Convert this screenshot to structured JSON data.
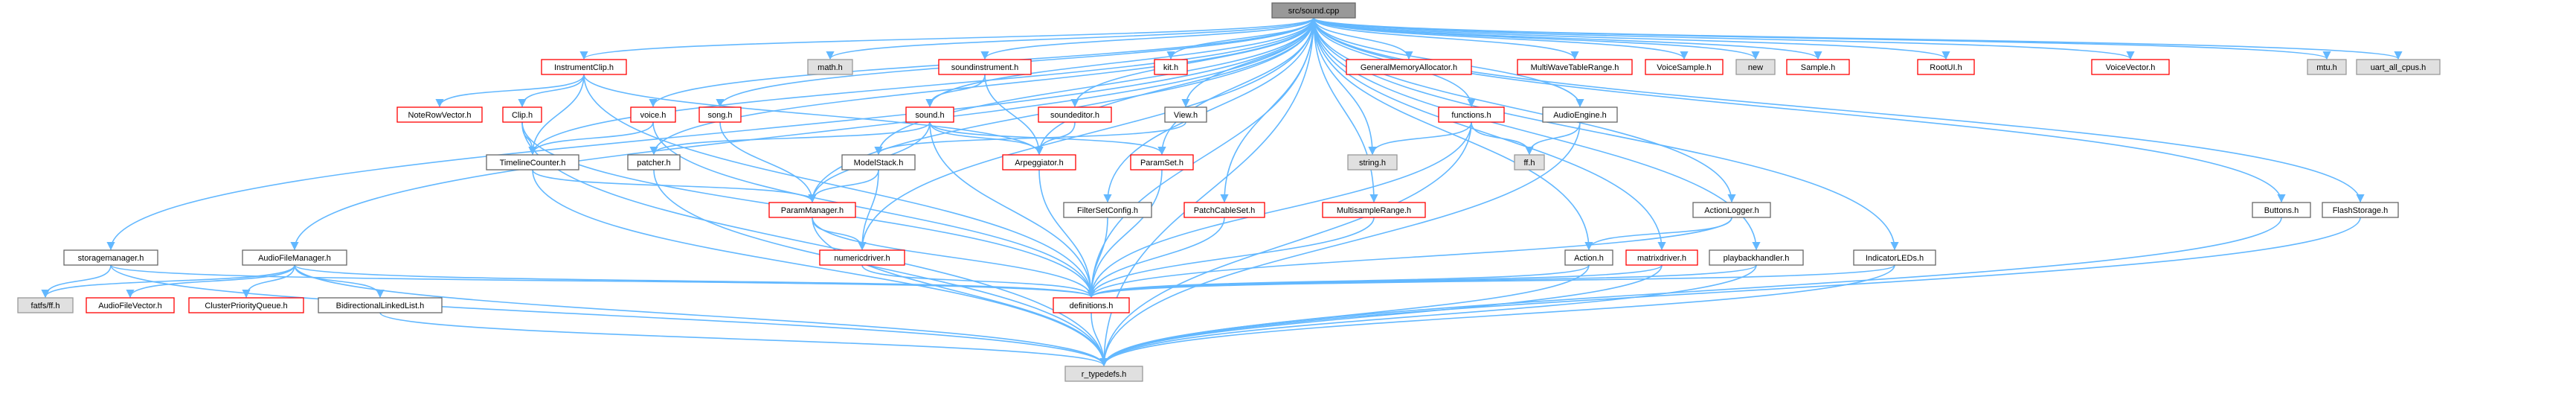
{
  "diagram": {
    "title": "src/sound.cpp",
    "colors": {
      "edge": "#63b8ff",
      "root_fill": "#999999",
      "normal_border": "#666666",
      "truncated_border": "#ff0000",
      "missing_fill": "#e0e0e0",
      "missing_border": "#999999",
      "default_fill": "#ffffff"
    },
    "nodes": [
      {
        "id": "root",
        "label": "src/sound.cpp",
        "style": "root"
      },
      {
        "id": "instrumentclip",
        "label": "InstrumentClip.h",
        "style": "truncated"
      },
      {
        "id": "math",
        "label": "math.h",
        "style": "missing"
      },
      {
        "id": "soundinstrument",
        "label": "soundinstrument.h",
        "style": "truncated"
      },
      {
        "id": "kit",
        "label": "kit.h",
        "style": "truncated"
      },
      {
        "id": "gma",
        "label": "GeneralMemoryAllocator.h",
        "style": "truncated"
      },
      {
        "id": "mwtr",
        "label": "MultiWaveTableRange.h",
        "style": "truncated"
      },
      {
        "id": "voicesample",
        "label": "VoiceSample.h",
        "style": "truncated"
      },
      {
        "id": "new",
        "label": "new",
        "style": "missing"
      },
      {
        "id": "sample",
        "label": "Sample.h",
        "style": "truncated"
      },
      {
        "id": "rootui",
        "label": "RootUI.h",
        "style": "truncated"
      },
      {
        "id": "voicevector",
        "label": "VoiceVector.h",
        "style": "truncated"
      },
      {
        "id": "mtu",
        "label": "mtu.h",
        "style": "missing"
      },
      {
        "id": "uart",
        "label": "uart_all_cpus.h",
        "style": "missing"
      },
      {
        "id": "noterowvector",
        "label": "NoteRowVector.h",
        "style": "truncated"
      },
      {
        "id": "clip",
        "label": "Clip.h",
        "style": "truncated"
      },
      {
        "id": "voice",
        "label": "voice.h",
        "style": "truncated"
      },
      {
        "id": "song",
        "label": "song.h",
        "style": "truncated"
      },
      {
        "id": "sound",
        "label": "sound.h",
        "style": "truncated"
      },
      {
        "id": "soundeditor",
        "label": "soundeditor.h",
        "style": "truncated"
      },
      {
        "id": "view",
        "label": "View.h",
        "style": "normal"
      },
      {
        "id": "functions",
        "label": "functions.h",
        "style": "truncated"
      },
      {
        "id": "audioengine",
        "label": "AudioEngine.h",
        "style": "normal"
      },
      {
        "id": "timelinecounter",
        "label": "TimelineCounter.h",
        "style": "normal"
      },
      {
        "id": "patcher",
        "label": "patcher.h",
        "style": "normal"
      },
      {
        "id": "modelstack",
        "label": "ModelStack.h",
        "style": "normal"
      },
      {
        "id": "arpeggiator",
        "label": "Arpeggiator.h",
        "style": "truncated"
      },
      {
        "id": "paramset",
        "label": "ParamSet.h",
        "style": "truncated"
      },
      {
        "id": "string",
        "label": "string.h",
        "style": "missing"
      },
      {
        "id": "ff",
        "label": "ff.h",
        "style": "missing"
      },
      {
        "id": "parammanager",
        "label": "ParamManager.h",
        "style": "truncated"
      },
      {
        "id": "filtersetconfig",
        "label": "FilterSetConfig.h",
        "style": "normal"
      },
      {
        "id": "patchcableset",
        "label": "PatchCableSet.h",
        "style": "truncated"
      },
      {
        "id": "multisamplerange",
        "label": "MultisampleRange.h",
        "style": "truncated"
      },
      {
        "id": "actionlogger",
        "label": "ActionLogger.h",
        "style": "normal"
      },
      {
        "id": "buttons",
        "label": "Buttons.h",
        "style": "normal"
      },
      {
        "id": "flashstorage",
        "label": "FlashStorage.h",
        "style": "normal"
      },
      {
        "id": "numericdriver",
        "label": "numericdriver.h",
        "style": "truncated"
      },
      {
        "id": "storagemanager",
        "label": "storagemanager.h",
        "style": "normal"
      },
      {
        "id": "audiofilemanager",
        "label": "AudioFileManager.h",
        "style": "normal"
      },
      {
        "id": "action",
        "label": "Action.h",
        "style": "normal"
      },
      {
        "id": "matrixdriver",
        "label": "matrixdriver.h",
        "style": "truncated"
      },
      {
        "id": "playbackhandler",
        "label": "playbackhandler.h",
        "style": "normal"
      },
      {
        "id": "indicatorleds",
        "label": "IndicatorLEDs.h",
        "style": "normal"
      },
      {
        "id": "fatfs",
        "label": "fatfs/ff.h",
        "style": "missing"
      },
      {
        "id": "audiofilevector",
        "label": "AudioFileVector.h",
        "style": "truncated"
      },
      {
        "id": "clusterpq",
        "label": "ClusterPriorityQueue.h",
        "style": "truncated"
      },
      {
        "id": "bdll",
        "label": "BidirectionalLinkedList.h",
        "style": "normal"
      },
      {
        "id": "definitions",
        "label": "definitions.h",
        "style": "truncated"
      },
      {
        "id": "rtypedefs",
        "label": "r_typedefs.h",
        "style": "missing"
      }
    ],
    "edges": [
      [
        "root",
        "instrumentclip"
      ],
      [
        "root",
        "math"
      ],
      [
        "root",
        "soundinstrument"
      ],
      [
        "root",
        "kit"
      ],
      [
        "root",
        "gma"
      ],
      [
        "root",
        "mwtr"
      ],
      [
        "root",
        "voicesample"
      ],
      [
        "root",
        "new"
      ],
      [
        "root",
        "sample"
      ],
      [
        "root",
        "rootui"
      ],
      [
        "root",
        "voicevector"
      ],
      [
        "root",
        "mtu"
      ],
      [
        "root",
        "uart"
      ],
      [
        "root",
        "voice"
      ],
      [
        "root",
        "song"
      ],
      [
        "root",
        "sound"
      ],
      [
        "root",
        "soundeditor"
      ],
      [
        "root",
        "view"
      ],
      [
        "root",
        "functions"
      ],
      [
        "root",
        "audioengine"
      ],
      [
        "root",
        "timelinecounter"
      ],
      [
        "root",
        "patcher"
      ],
      [
        "root",
        "modelstack"
      ],
      [
        "root",
        "paramset"
      ],
      [
        "root",
        "string"
      ],
      [
        "root",
        "parammanager"
      ],
      [
        "root",
        "filtersetconfig"
      ],
      [
        "root",
        "patchcableset"
      ],
      [
        "root",
        "multisamplerange"
      ],
      [
        "root",
        "actionlogger"
      ],
      [
        "root",
        "buttons"
      ],
      [
        "root",
        "flashstorage"
      ],
      [
        "root",
        "numericdriver"
      ],
      [
        "root",
        "storagemanager"
      ],
      [
        "root",
        "audiofilemanager"
      ],
      [
        "root",
        "action"
      ],
      [
        "root",
        "matrixdriver"
      ],
      [
        "root",
        "playbackhandler"
      ],
      [
        "root",
        "indicatorleds"
      ],
      [
        "root",
        "definitions"
      ],
      [
        "root",
        "rtypedefs"
      ],
      [
        "root",
        "arpeggiator"
      ],
      [
        "instrumentclip",
        "noterowvector"
      ],
      [
        "instrumentclip",
        "clip"
      ],
      [
        "instrumentclip",
        "timelinecounter"
      ],
      [
        "instrumentclip",
        "definitions"
      ],
      [
        "instrumentclip",
        "arpeggiator"
      ],
      [
        "clip",
        "timelinecounter"
      ],
      [
        "clip",
        "definitions"
      ],
      [
        "clip",
        "rtypedefs"
      ],
      [
        "voice",
        "timelinecounter"
      ],
      [
        "voice",
        "definitions"
      ],
      [
        "song",
        "parammanager"
      ],
      [
        "soundinstrument",
        "sound"
      ],
      [
        "soundinstrument",
        "arpeggiator"
      ],
      [
        "soundeditor",
        "arpeggiator"
      ],
      [
        "sound",
        "patcher"
      ],
      [
        "sound",
        "arpeggiator"
      ],
      [
        "sound",
        "paramset"
      ],
      [
        "sound",
        "parammanager"
      ],
      [
        "sound",
        "definitions"
      ],
      [
        "view",
        "modelstack"
      ],
      [
        "functions",
        "string"
      ],
      [
        "functions",
        "ff"
      ],
      [
        "functions",
        "definitions"
      ],
      [
        "functions",
        "rtypedefs"
      ],
      [
        "audioengine",
        "ff"
      ],
      [
        "audioengine",
        "rtypedefs"
      ],
      [
        "timelinecounter",
        "parammanager"
      ],
      [
        "timelinecounter",
        "rtypedefs"
      ],
      [
        "patcher",
        "rtypedefs"
      ],
      [
        "modelstack",
        "parammanager"
      ],
      [
        "modelstack",
        "numericdriver"
      ],
      [
        "arpeggiator",
        "definitions"
      ],
      [
        "paramset",
        "definitions"
      ],
      [
        "parammanager",
        "numericdriver"
      ],
      [
        "parammanager",
        "definitions"
      ],
      [
        "parammanager",
        "rtypedefs"
      ],
      [
        "filtersetconfig",
        "definitions"
      ],
      [
        "patchcableset",
        "definitions"
      ],
      [
        "multisamplerange",
        "definitions"
      ],
      [
        "actionlogger",
        "definitions"
      ],
      [
        "actionlogger",
        "action"
      ],
      [
        "buttons",
        "rtypedefs"
      ],
      [
        "flashstorage",
        "rtypedefs"
      ],
      [
        "numericdriver",
        "definitions"
      ],
      [
        "storagemanager",
        "fatfs"
      ],
      [
        "storagemanager",
        "definitions"
      ],
      [
        "storagemanager",
        "rtypedefs"
      ],
      [
        "audiofilemanager",
        "fatfs"
      ],
      [
        "audiofilemanager",
        "audiofilevector"
      ],
      [
        "audiofilemanager",
        "clusterpq"
      ],
      [
        "audiofilemanager",
        "bdll"
      ],
      [
        "audiofilemanager",
        "definitions"
      ],
      [
        "audiofilemanager",
        "rtypedefs"
      ],
      [
        "action",
        "definitions"
      ],
      [
        "action",
        "rtypedefs"
      ],
      [
        "matrixdriver",
        "definitions"
      ],
      [
        "matrixdriver",
        "rtypedefs"
      ],
      [
        "playbackhandler",
        "definitions"
      ],
      [
        "playbackhandler",
        "rtypedefs"
      ],
      [
        "indicatorleds",
        "definitions"
      ],
      [
        "indicatorleds",
        "rtypedefs"
      ],
      [
        "bdll",
        "rtypedefs"
      ],
      [
        "definitions",
        "rtypedefs"
      ]
    ]
  }
}
